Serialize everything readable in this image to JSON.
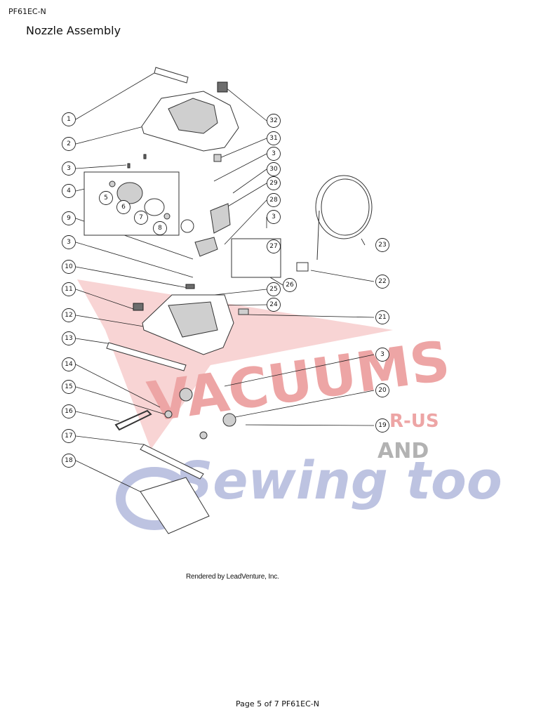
{
  "document": {
    "model_code": "PF61EC-N",
    "title": "Nozzle Assembly",
    "render_credit": "Rendered by LeadVenture, Inc.",
    "footer": "Page 5 of 7 PF61EC-N"
  },
  "watermark": {
    "line1": "VACUUMS",
    "line1_suffix": "R-US",
    "line2": "AND",
    "line3": "Sewing too",
    "colors": {
      "red": "#e88888",
      "gray": "#999999",
      "blue": "#a8afd8"
    }
  },
  "callouts": [
    {
      "number": "1"
    },
    {
      "number": "2"
    },
    {
      "number": "3"
    },
    {
      "number": "4"
    },
    {
      "number": "5"
    },
    {
      "number": "6"
    },
    {
      "number": "7"
    },
    {
      "number": "8"
    },
    {
      "number": "9"
    },
    {
      "number": "3"
    },
    {
      "number": "10"
    },
    {
      "number": "11"
    },
    {
      "number": "12"
    },
    {
      "number": "13"
    },
    {
      "number": "14"
    },
    {
      "number": "15"
    },
    {
      "number": "16"
    },
    {
      "number": "17"
    },
    {
      "number": "18"
    },
    {
      "number": "32"
    },
    {
      "number": "31"
    },
    {
      "number": "3"
    },
    {
      "number": "30"
    },
    {
      "number": "29"
    },
    {
      "number": "28"
    },
    {
      "number": "3"
    },
    {
      "number": "27"
    },
    {
      "number": "26"
    },
    {
      "number": "23"
    },
    {
      "number": "22"
    },
    {
      "number": "25"
    },
    {
      "number": "24"
    },
    {
      "number": "21"
    },
    {
      "number": "3"
    },
    {
      "number": "20"
    },
    {
      "number": "19"
    }
  ]
}
